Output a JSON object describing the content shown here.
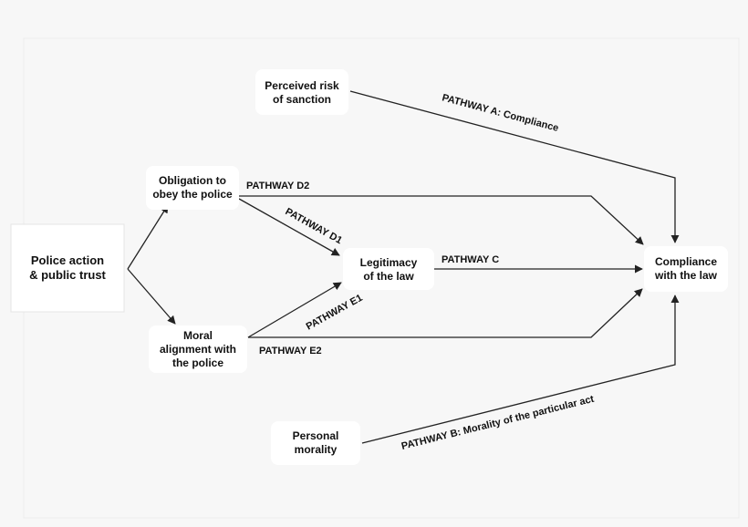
{
  "nodes": {
    "police_action": [
      "Police action",
      "& public trust"
    ],
    "risk": [
      "Perceived risk",
      "of sanction"
    ],
    "obligation": [
      "Obligation to",
      "obey the police"
    ],
    "legitimacy": [
      "Legitimacy",
      "of the law"
    ],
    "compliance": [
      "Compliance",
      "with the law"
    ],
    "moral": [
      "Moral",
      "alignment with",
      "the police"
    ],
    "personal": [
      "Personal",
      "morality"
    ]
  },
  "pathways": {
    "a": "PATHWAY A: Compliance",
    "d2": "PATHWAY D2",
    "d1": "PATHWAY D1",
    "c": "PATHWAY C",
    "e1": "PATHWAY E1",
    "e2": "PATHWAY E2",
    "b": "PATHWAY B: Morality of the particular act"
  },
  "colors": {
    "background": "#f7f7f7",
    "box": "#ffffff",
    "line": "#222222",
    "text": "#111111"
  }
}
